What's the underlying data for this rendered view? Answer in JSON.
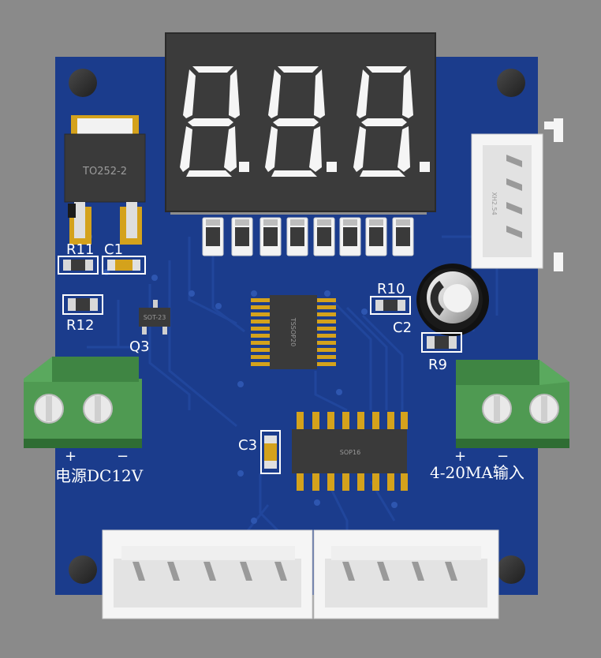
{
  "board": {
    "colors": {
      "background": "#8a8a8a",
      "pcb": "#1b3c8c",
      "trace": "#22489e",
      "silkscreen": "#ffffff",
      "pad_gold": "#d4a21c",
      "terminal_green": "#4f9a52",
      "display_body": "#3a3a3a"
    }
  },
  "display": {
    "digits": [
      "8.",
      "8.",
      "8."
    ]
  },
  "labels": {
    "regulator_package": "TO252-2",
    "r11": "R11",
    "c1": "C1",
    "r12": "R12",
    "q3": "Q3",
    "r10": "R10",
    "c2": "C2",
    "r9": "R9",
    "c3": "C3",
    "power_plus": "+",
    "power_minus": "−",
    "power_label": "电源DC12V",
    "input_plus": "+",
    "input_minus": "−",
    "input_label": "4-20MA输入",
    "ic_package": "SOP16",
    "mcu_marking": "TSSOP20",
    "q3_marking": "SOT-23",
    "connector_marking": "XH2.54"
  }
}
